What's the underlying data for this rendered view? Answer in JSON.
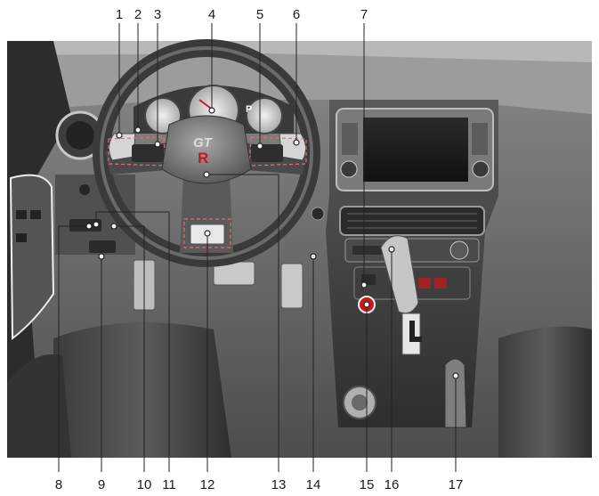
{
  "callouts": {
    "c1": "1",
    "c2": "2",
    "c3": "3",
    "c4": "4",
    "c5": "5",
    "c6": "6",
    "c7": "7",
    "c8": "8",
    "c9": "9",
    "c10": "10",
    "c11": "11",
    "c12": "12",
    "c13": "13",
    "c14": "14",
    "c15": "15",
    "c16": "16",
    "c17": "17"
  },
  "badge": {
    "top": "GT",
    "bottom": "R"
  },
  "gauge": {
    "p_label": "P"
  },
  "colors": {
    "background": "#ffffff",
    "interior_dark": "#3a3a3a",
    "interior_mid": "#6e6e6e",
    "interior_light": "#b4b4b4",
    "badge_red": "#c8181e",
    "dashed_highlight": "#e07070"
  }
}
